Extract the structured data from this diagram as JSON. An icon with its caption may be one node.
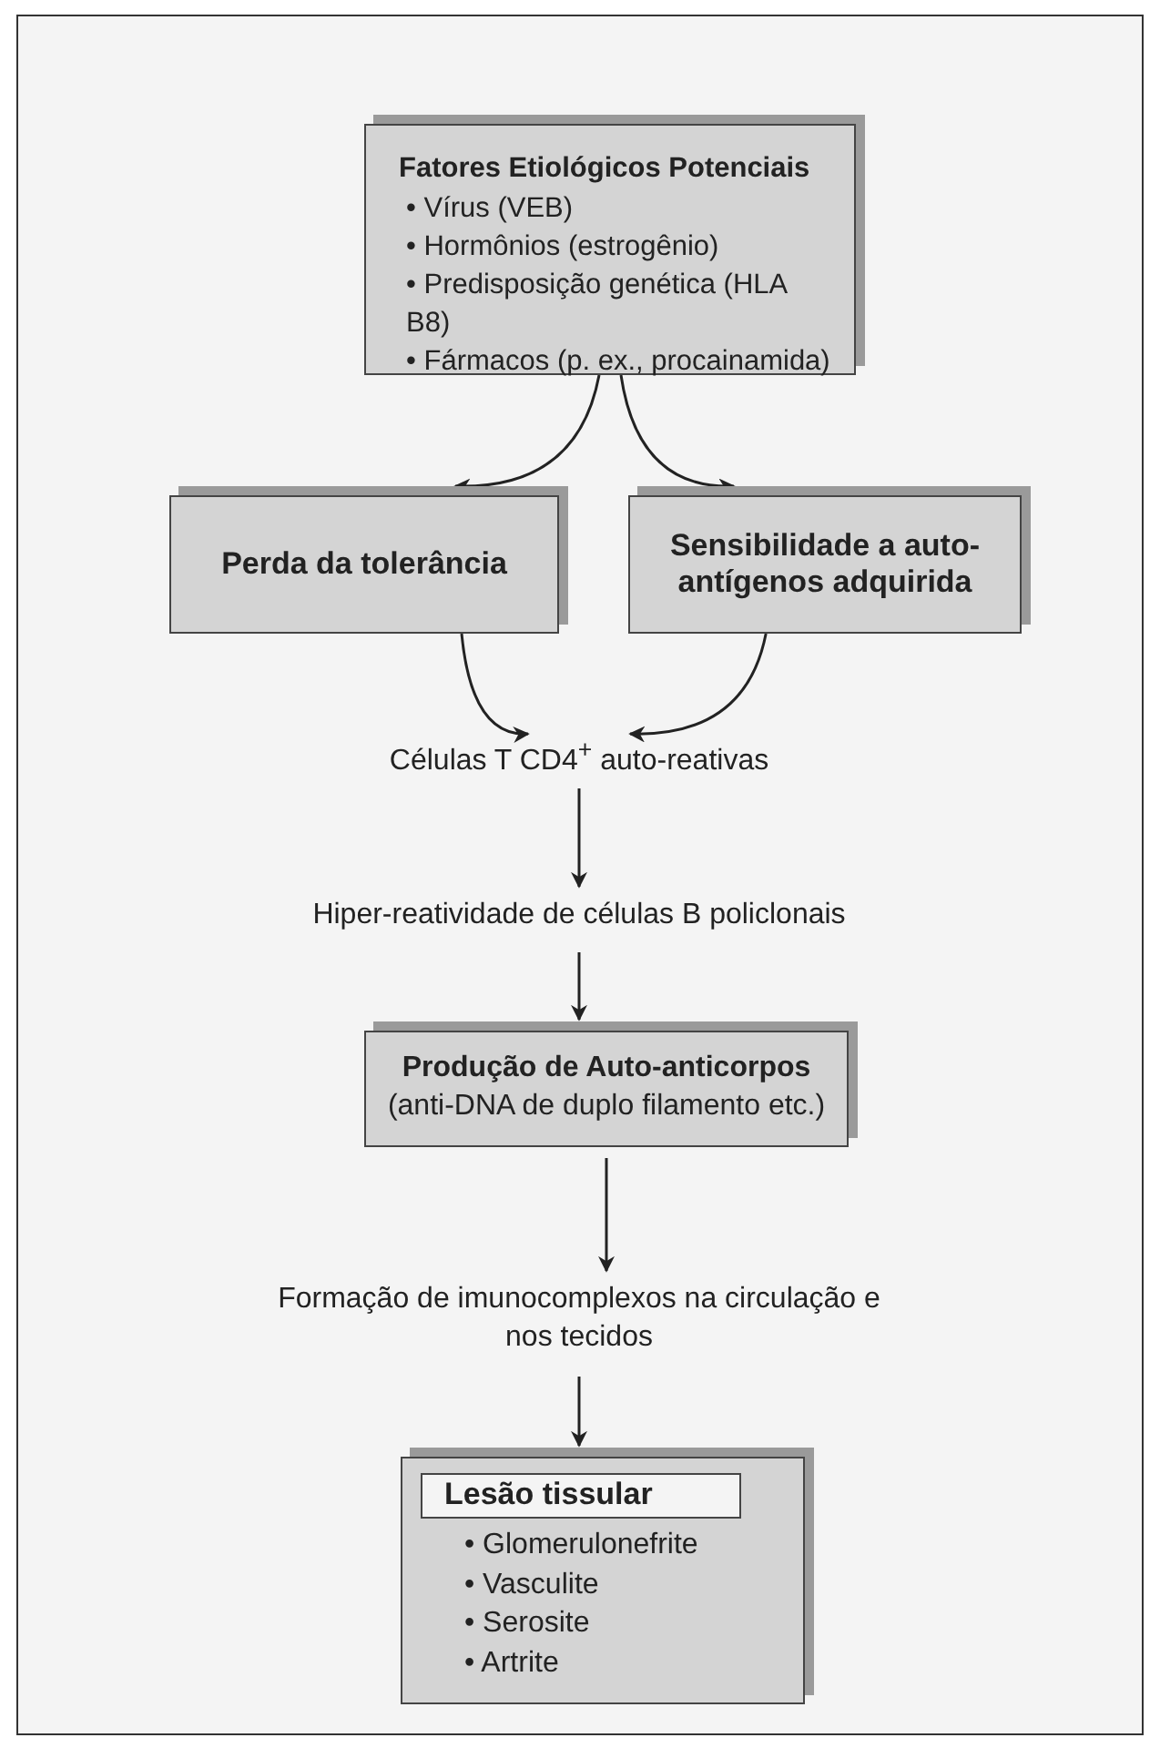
{
  "diagram": {
    "nodes": [
      {
        "text": [
          "Fatores Etiológicos Potenciais",
          "• Vírus (VEB)",
          "• Hormônios (estrogênio)",
          "• Predisposição genética (HLA B8)",
          "• Fármacos (p. ex., procainamida)"
        ]
      },
      {
        "text": [
          "Perda da tolerância"
        ]
      },
      {
        "text": [
          "Sensibilidade a auto-antígenos adquirida"
        ]
      },
      {
        "text": [
          "Células T CD4$^{+}$ auto-reativas"
        ]
      },
      {
        "text": [
          "Hiper-reatividade de células B policlonais"
        ]
      },
      {
        "text": [
          "Produção de Auto-anticorpos",
          "(anti-DNA de duplo filamento etc.)"
        ]
      },
      {
        "text": [
          "Formação de imunocomplexos na circulação e nos tecidos"
        ]
      },
      {
        "text": [
          "Lesão tissular",
          "• Glomerulonefrite",
          "• Vasculite",
          "• Serosite",
          "• Artrite"
        ]
      }
    ],
    "edges": [
      {
        "from": 0,
        "to": 1,
        "arrow": "to"
      },
      {
        "from": 0,
        "to": 2,
        "arrow": "to"
      },
      {
        "from": 1,
        "to": 3,
        "arrow": "to"
      },
      {
        "from": 2,
        "to": 3,
        "arrow": "to"
      },
      {
        "from": 3,
        "to": 4,
        "arrow": "to"
      },
      {
        "from": 4,
        "to": 5,
        "arrow": "to"
      },
      {
        "from": 5,
        "to": 6,
        "arrow": "to"
      },
      {
        "from": 6,
        "to": 7,
        "arrow": "to"
      }
    ]
  }
}
